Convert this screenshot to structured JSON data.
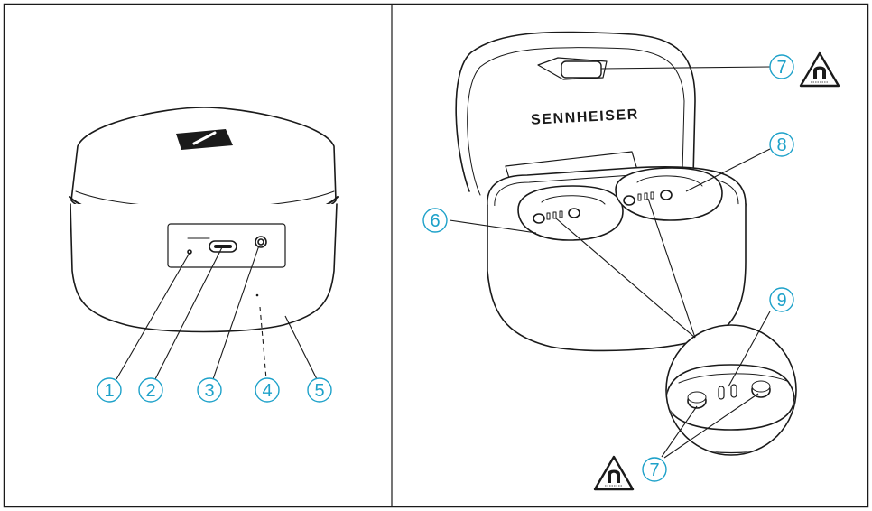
{
  "brand_label": "SENNHEISER",
  "accent_color": "#1da1c9",
  "line_color": "#1a1a1a",
  "left_panel": {
    "callouts": [
      {
        "id": "c1",
        "label": "1"
      },
      {
        "id": "c2",
        "label": "2"
      },
      {
        "id": "c3",
        "label": "3"
      },
      {
        "id": "c4",
        "label": "4"
      },
      {
        "id": "c5",
        "label": "5"
      }
    ]
  },
  "right_panel": {
    "callouts": [
      {
        "id": "c7a",
        "label": "7"
      },
      {
        "id": "c8",
        "label": "8"
      },
      {
        "id": "c6",
        "label": "6"
      },
      {
        "id": "c9",
        "label": "9"
      },
      {
        "id": "c7b",
        "label": "7"
      }
    ],
    "warning_icon": "magnet-warning-icon"
  }
}
